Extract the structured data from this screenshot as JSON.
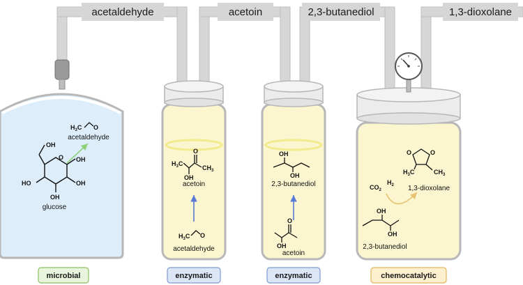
{
  "pipes": {
    "labels": [
      "acetaldehyde",
      "acetoin",
      "2,3-butanediol",
      "1,3-dioxolane"
    ]
  },
  "vessels": [
    {
      "badge": "microbial",
      "badge_fill": "#e8f4dc",
      "badge_stroke": "#8cbf62",
      "contents": {
        "start": "glucose",
        "product": "acetaldehyde",
        "product_formula": "H3C",
        "arrow_color": "#8fd17a"
      }
    },
    {
      "badge": "enzymatic",
      "badge_fill": "#dde6f6",
      "badge_stroke": "#7e9ad0",
      "contents": {
        "start": "acetaldehyde",
        "product": "acetoin",
        "arrow_color": "#5a78d6"
      }
    },
    {
      "badge": "enzymatic",
      "badge_fill": "#dde6f6",
      "badge_stroke": "#7e9ad0",
      "contents": {
        "start": "acetoin",
        "product": "2,3-butanediol",
        "arrow_color": "#5a78d6"
      }
    },
    {
      "badge": "chemocatalytic",
      "badge_fill": "#fdf0cf",
      "badge_stroke": "#e2b55a",
      "contents": {
        "start": "2,3-butanediol",
        "reagent": "CO2",
        "reagent2": "H2",
        "product": "1,3-dioxolane",
        "arrow_color": "#e8c270"
      }
    }
  ],
  "colors": {
    "liquid_blue": "#ddeefa",
    "liquid_yellow": "#fbf6cf",
    "pipe": "#d6d6d6",
    "pipe_stroke": "#bdbdbd"
  }
}
